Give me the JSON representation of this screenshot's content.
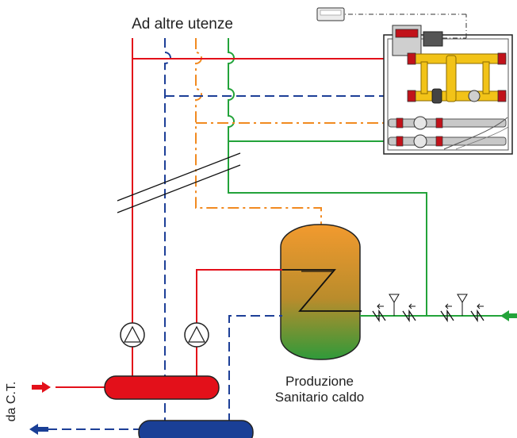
{
  "labels": {
    "top": "Ad altre utenze",
    "production_line1": "Produzione",
    "production_line2": "Sanitario caldo",
    "from_boiler": "da C.T."
  },
  "colors": {
    "supply": "#e3101a",
    "return": "#1d3f97",
    "hot_water": "#f18a20",
    "cold_water": "#23a33a",
    "collector_hot": "#e3101a",
    "collector_cold": "#1a3f96",
    "tank_top": "#f29a2e",
    "tank_bottom": "#2f9a3a",
    "brass": "#f2c318"
  }
}
